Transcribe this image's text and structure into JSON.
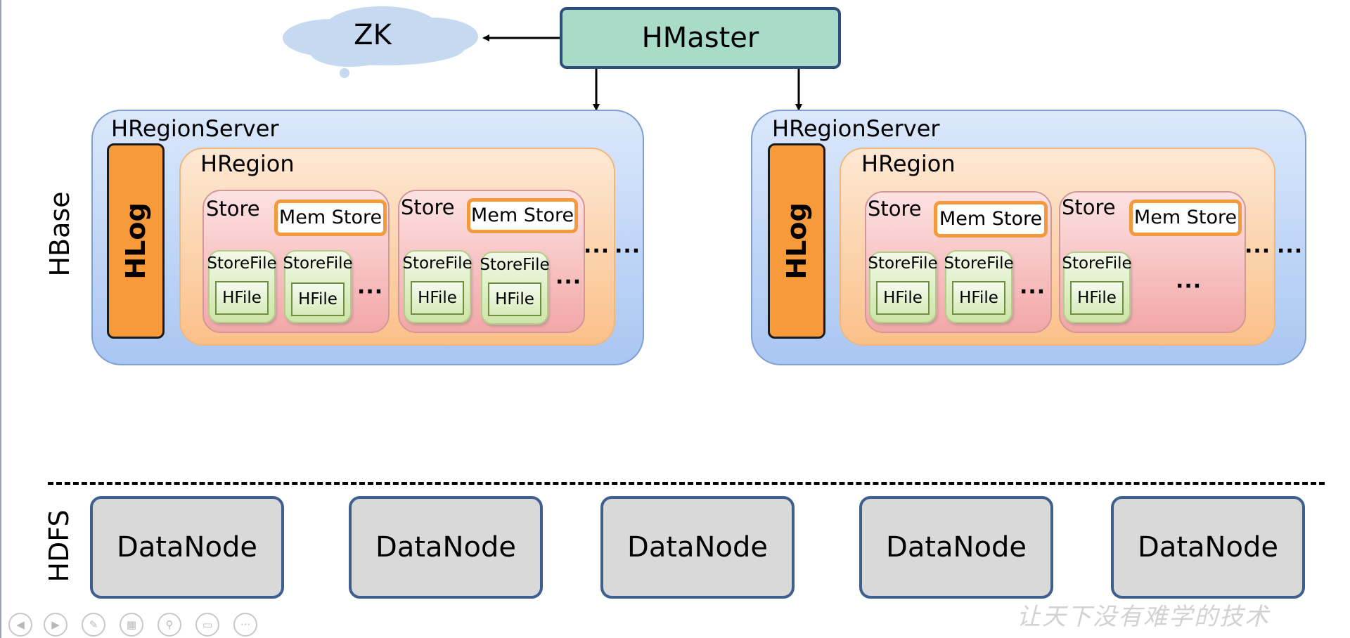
{
  "zk": {
    "label": "ZK"
  },
  "hmaster": {
    "label": "HMaster"
  },
  "layers": {
    "hbase": "HBase",
    "hdfs": "HDFS"
  },
  "region_servers": [
    {
      "label": "HRegionServer",
      "hlog": "HLog",
      "hregion": "HRegion",
      "stores": [
        {
          "label": "Store",
          "memstore": "Mem Store",
          "storefiles": [
            {
              "label": "StoreFile",
              "hfile": "HFile"
            },
            {
              "label": "StoreFile",
              "hfile": "HFile"
            }
          ],
          "ellipsis": "···"
        },
        {
          "label": "Store",
          "memstore": "Mem Store",
          "storefiles": [
            {
              "label": "StoreFile",
              "hfile": "HFile"
            },
            {
              "label": "StoreFile",
              "hfile": "HFile"
            }
          ],
          "ellipsis": "···"
        }
      ],
      "region_ellipsis": "···",
      "server_ellipsis": "···"
    },
    {
      "label": "HRegionServer",
      "hlog": "HLog",
      "hregion": "HRegion",
      "stores": [
        {
          "label": "Store",
          "memstore": "Mem Store",
          "storefiles": [
            {
              "label": "StoreFile",
              "hfile": "HFile"
            },
            {
              "label": "StoreFile",
              "hfile": "HFile"
            }
          ],
          "ellipsis": "···"
        },
        {
          "label": "Store",
          "memstore": "Mem Store",
          "storefiles": [
            {
              "label": "StoreFile",
              "hfile": "HFile"
            }
          ],
          "ellipsis": "···"
        }
      ],
      "region_ellipsis": "···",
      "server_ellipsis": "···"
    }
  ],
  "datanodes": [
    "DataNode",
    "DataNode",
    "DataNode",
    "DataNode",
    "DataNode"
  ],
  "toolbar": {
    "icons": [
      "prev-icon",
      "next-icon",
      "pen-icon",
      "slides-icon",
      "zoom-icon",
      "subtitles-icon",
      "more-icon"
    ],
    "glyphs": [
      "◀",
      "▶",
      "✎",
      "▦",
      "⚲",
      "▭",
      "···"
    ]
  },
  "watermark": "让天下没有难学的技术",
  "colors": {
    "hmaster_fill": "#a8dcc9",
    "cloud_fill": "#c5d9f1",
    "region_server_fill": "#a9c6f2",
    "hlog_fill": "#f79a3a",
    "hregion_fill": "#fbc089",
    "store_fill": "#f3a7a7",
    "memstore_border": "#f39a3c",
    "storefile_fill": "#cde5a8",
    "datanode_fill": "#d9d9d9",
    "box_border": "#3f5f8f"
  }
}
